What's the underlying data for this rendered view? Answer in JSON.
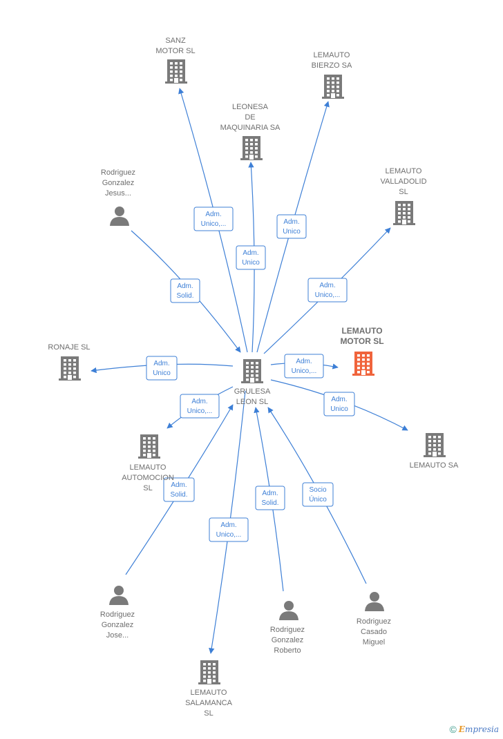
{
  "colors": {
    "edge": "#3d7fd6",
    "company": "#7a7a7a",
    "highlight": "#f0643c",
    "person": "#7a7a7a"
  },
  "nodes": [
    {
      "id": "center",
      "kind": "company",
      "lines": [
        "GRULESA",
        "LEON SL"
      ]
    },
    {
      "id": "sanz",
      "kind": "company",
      "lines": [
        "SANZ",
        "MOTOR SL"
      ]
    },
    {
      "id": "bierzo",
      "kind": "company",
      "lines": [
        "LEMAUTO",
        "BIERZO SA"
      ]
    },
    {
      "id": "leonesa",
      "kind": "company",
      "lines": [
        "LEONESA",
        "DE",
        "MAQUINARIA SA"
      ]
    },
    {
      "id": "valladolid",
      "kind": "company",
      "lines": [
        "LEMAUTO",
        "VALLADOLID",
        "SL"
      ]
    },
    {
      "id": "jesus",
      "kind": "person",
      "lines": [
        "Rodriguez",
        "Gonzalez",
        "Jesus..."
      ]
    },
    {
      "id": "ronaje",
      "kind": "company",
      "lines": [
        "RONAJE SL"
      ]
    },
    {
      "id": "motor",
      "kind": "company",
      "highlight": true,
      "lines": [
        "LEMAUTO",
        "MOTOR  SL"
      ]
    },
    {
      "id": "lemautosa",
      "kind": "company",
      "lines": [
        "LEMAUTO SA"
      ]
    },
    {
      "id": "automocion",
      "kind": "company",
      "lines": [
        "LEMAUTO",
        "AUTOMOCION",
        "SL"
      ]
    },
    {
      "id": "jose",
      "kind": "person",
      "lines": [
        "Rodriguez",
        "Gonzalez",
        "Jose..."
      ]
    },
    {
      "id": "salamanca",
      "kind": "company",
      "lines": [
        "LEMAUTO",
        "SALAMANCA",
        "SL"
      ]
    },
    {
      "id": "roberto",
      "kind": "person",
      "lines": [
        "Rodriguez",
        "Gonzalez",
        "Roberto"
      ]
    },
    {
      "id": "miguel",
      "kind": "person",
      "lines": [
        "Rodriguez",
        "Casado",
        "Miguel"
      ]
    }
  ],
  "edges": [
    {
      "id": "e-sanz",
      "from": "center",
      "to": "sanz",
      "label": [
        "Adm.",
        "Unico,..."
      ]
    },
    {
      "id": "e-leonesa",
      "from": "center",
      "to": "leonesa",
      "label": [
        "Adm.",
        "Unico"
      ]
    },
    {
      "id": "e-bierzo",
      "from": "center",
      "to": "bierzo",
      "label": [
        "Adm.",
        "Unico"
      ]
    },
    {
      "id": "e-valladolid",
      "from": "center",
      "to": "valladolid",
      "label": [
        "Adm.",
        "Unico,..."
      ]
    },
    {
      "id": "e-jesus",
      "from": "jesus",
      "to": "center",
      "label": [
        "Adm.",
        "Solid."
      ]
    },
    {
      "id": "e-ronaje",
      "from": "center",
      "to": "ronaje",
      "label": [
        "Adm.",
        "Unico"
      ]
    },
    {
      "id": "e-motor",
      "from": "center",
      "to": "motor",
      "label": [
        "Adm.",
        "Unico,..."
      ]
    },
    {
      "id": "e-lemautosa",
      "from": "center",
      "to": "lemautosa",
      "label": [
        "Adm.",
        "Unico"
      ]
    },
    {
      "id": "e-automocion",
      "from": "center",
      "to": "automocion",
      "label": [
        "Adm.",
        "Unico,..."
      ]
    },
    {
      "id": "e-jose",
      "from": "jose",
      "to": "center",
      "label": [
        "Adm.",
        "Solid."
      ]
    },
    {
      "id": "e-salamanca",
      "from": "center",
      "to": "salamanca",
      "label": [
        "Adm.",
        "Unico,..."
      ]
    },
    {
      "id": "e-roberto",
      "from": "roberto",
      "to": "center",
      "label": [
        "Adm.",
        "Solid."
      ]
    },
    {
      "id": "e-miguel",
      "from": "miguel",
      "to": "center",
      "label": [
        "Socio",
        "Único"
      ]
    }
  ],
  "footer": {
    "copyright": "©",
    "brand_first": "E",
    "brand_rest": "mpresia"
  }
}
